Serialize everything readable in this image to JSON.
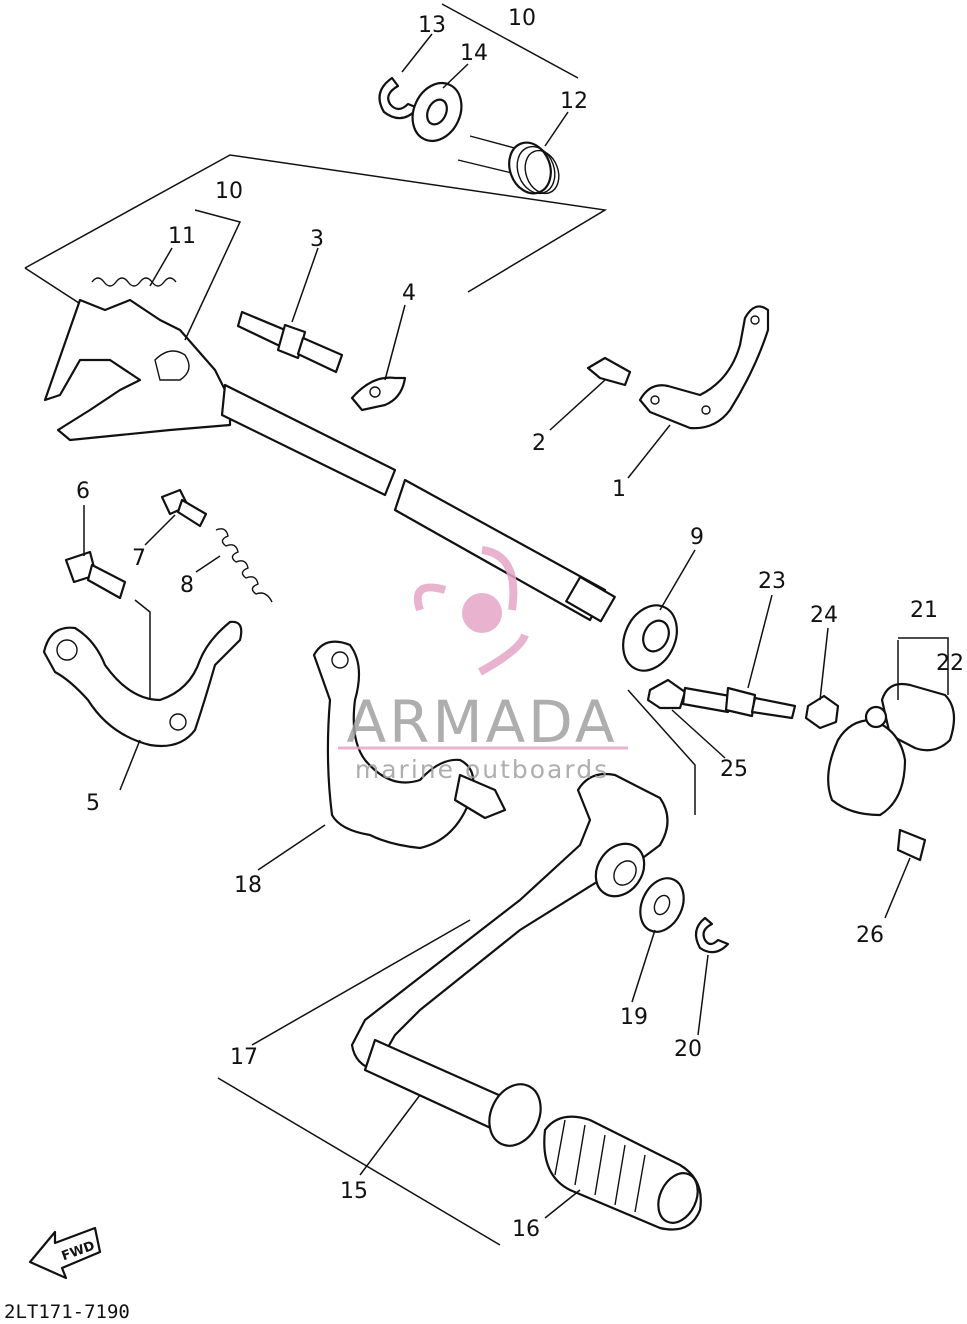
{
  "diagram": {
    "part_code": "2LT171-7190",
    "direction_label": "FWD",
    "callouts": [
      "13",
      "10",
      "14",
      "12",
      "10",
      "11",
      "3",
      "4",
      "2",
      "1",
      "6",
      "7",
      "8",
      "9",
      "23",
      "24",
      "21",
      "22",
      "5",
      "18",
      "25",
      "26",
      "19",
      "20",
      "17",
      "15",
      "16"
    ]
  },
  "watermark": {
    "brand": "ARMADA",
    "tagline": "marine outboards",
    "color": "#e6a6c8"
  }
}
